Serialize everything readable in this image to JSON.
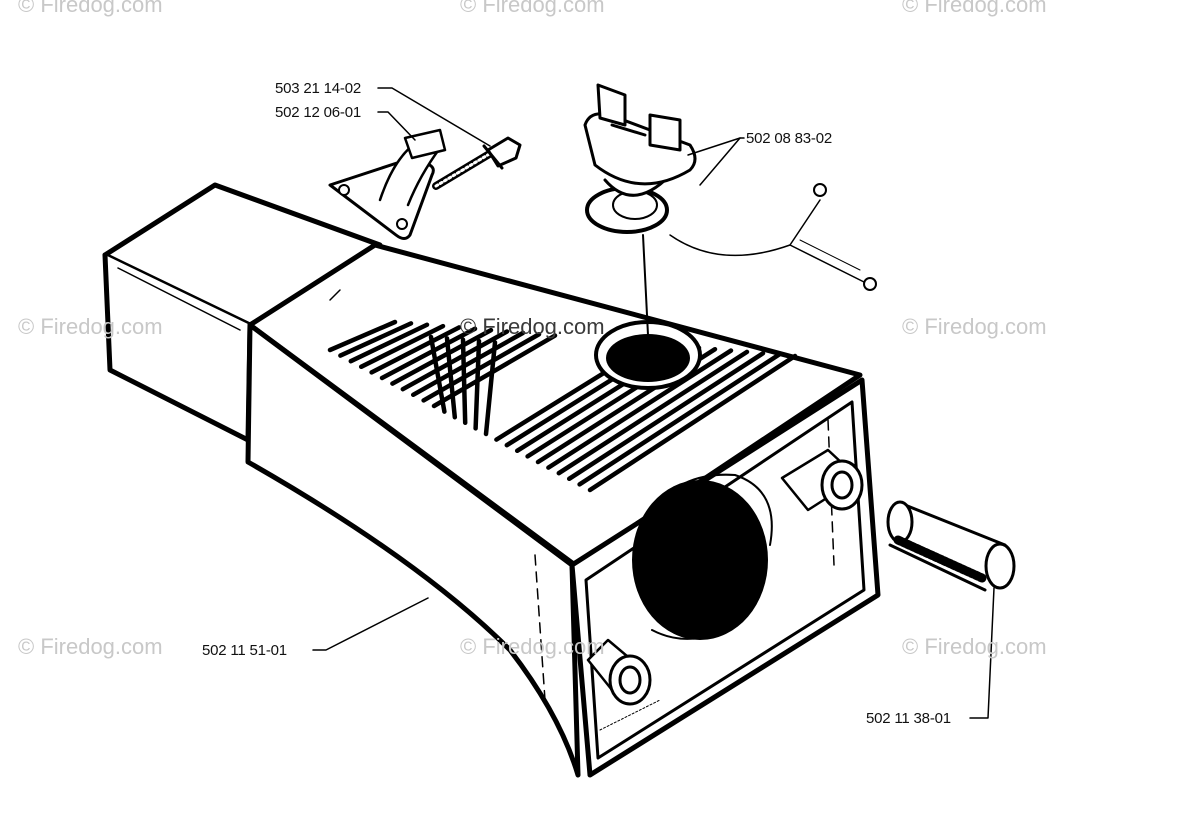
{
  "watermark": "© Firedog.com",
  "parts": {
    "bolt": "503 21 14-02",
    "bracket": "502 12 06-01",
    "cap": "502 08 83-02",
    "tank": "502 11 51-01",
    "filter": "502 11 38-01"
  }
}
